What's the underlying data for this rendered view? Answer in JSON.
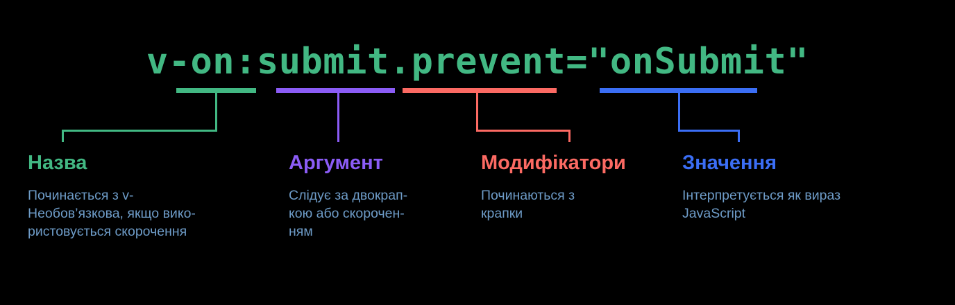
{
  "colors": {
    "background": "#000000",
    "code": "#42b883",
    "name": "#42b883",
    "argument": "#8b5cf6",
    "modifiers": "#fc6a63",
    "value": "#3b6ef5",
    "body_text": "#6e9cc8"
  },
  "code": {
    "full": "v-on:submit.prevent=\"onSubmit\"",
    "segments": [
      {
        "text": "v-on",
        "part": "name",
        "color": "#42b883"
      },
      {
        "text": ":submit",
        "part": "argument",
        "color": "#8b5cf6"
      },
      {
        "text": ".prevent",
        "part": "modifiers",
        "color": "#fc6a63"
      },
      {
        "text": "=\"onSubmit\"",
        "part": "value",
        "color": "#3b6ef5"
      }
    ]
  },
  "columns": [
    {
      "id": "name",
      "title": "Назва",
      "title_color": "#42b883",
      "body": "Починається з v-\nНеобов’язкова, якщо вико-\nристовується скорочення"
    },
    {
      "id": "argument",
      "title": "Аргумент",
      "title_color": "#8b5cf6",
      "body": "Слідує за двокрап-\nкою або скорочен-\nням"
    },
    {
      "id": "modifiers",
      "title": "Модифікатори",
      "title_color": "#fc6a63",
      "body": "Починаються з\nкрапки"
    },
    {
      "id": "value",
      "title": "Значення",
      "title_color": "#3b6ef5",
      "body": "Інтерпретується як вираз\nJavaScript"
    }
  ]
}
